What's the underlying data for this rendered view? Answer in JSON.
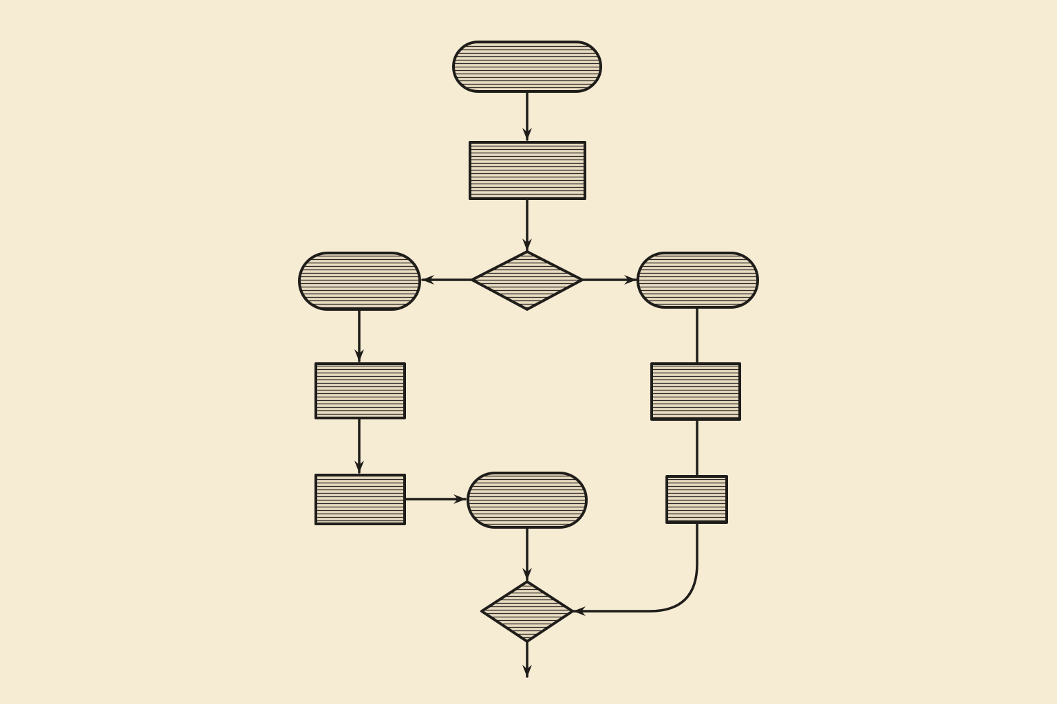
{
  "diagram": {
    "type": "flowchart",
    "labels": "none",
    "colors": {
      "paper": "#f6ebd3",
      "ink": "#1f1d1a",
      "fill": "#e9dcc1",
      "hatch": "#2a2724"
    },
    "nodes": [
      {
        "id": "start",
        "shape": "terminator"
      },
      {
        "id": "process-1",
        "shape": "process"
      },
      {
        "id": "decision-1",
        "shape": "decision"
      },
      {
        "id": "left-term",
        "shape": "terminator"
      },
      {
        "id": "right-term",
        "shape": "terminator"
      },
      {
        "id": "process-2",
        "shape": "process"
      },
      {
        "id": "process-3",
        "shape": "process"
      },
      {
        "id": "process-4",
        "shape": "process"
      },
      {
        "id": "merge-term",
        "shape": "terminator"
      },
      {
        "id": "process-5",
        "shape": "process"
      },
      {
        "id": "decision-2",
        "shape": "decision"
      }
    ],
    "edges": [
      {
        "from": "start",
        "to": "process-1",
        "arrow": true
      },
      {
        "from": "process-1",
        "to": "decision-1",
        "arrow": true
      },
      {
        "from": "decision-1",
        "to": "left-term",
        "arrow": true
      },
      {
        "from": "decision-1",
        "to": "right-term",
        "arrow": true
      },
      {
        "from": "left-term",
        "to": "process-2",
        "arrow": true
      },
      {
        "from": "process-2",
        "to": "process-3",
        "arrow": true
      },
      {
        "from": "process-3",
        "to": "merge-term",
        "arrow": true
      },
      {
        "from": "merge-term",
        "to": "decision-2",
        "arrow": true
      },
      {
        "from": "right-term",
        "to": "process-4",
        "arrow": false
      },
      {
        "from": "process-4",
        "to": "process-5",
        "arrow": false
      },
      {
        "from": "process-5",
        "to": "decision-2",
        "arrow": true
      },
      {
        "from": "decision-2",
        "to": "exit",
        "arrow": true
      }
    ]
  }
}
